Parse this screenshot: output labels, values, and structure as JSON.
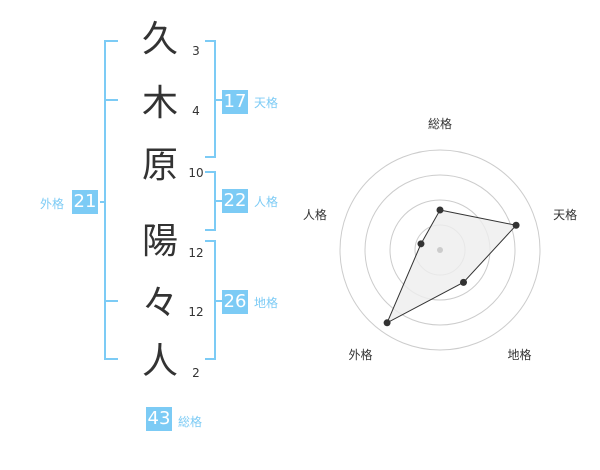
{
  "name": {
    "chars": [
      {
        "char": "久",
        "strokes": "3"
      },
      {
        "char": "木",
        "strokes": "4"
      },
      {
        "char": "原",
        "strokes": "10"
      },
      {
        "char": "陽",
        "strokes": "12"
      },
      {
        "char": "々",
        "strokes": "12"
      },
      {
        "char": "人",
        "strokes": "2"
      }
    ]
  },
  "fortune": {
    "tenkaku": {
      "value": "17",
      "label": "天格"
    },
    "jinkaku": {
      "value": "22",
      "label": "人格"
    },
    "chikaku": {
      "value": "26",
      "label": "地格"
    },
    "gaikaku": {
      "value": "21",
      "label": "外格"
    },
    "soukaku": {
      "value": "43",
      "label": "総格"
    }
  },
  "radar": {
    "axes": [
      "総格",
      "天格",
      "地格",
      "外格",
      "人格"
    ],
    "values": [
      0.4,
      0.8,
      0.4,
      0.9,
      0.2
    ],
    "ring_count": 4,
    "colors": {
      "ring": "#cccccc",
      "fill": "#eeeeee",
      "line": "#333333",
      "point": "#333333"
    }
  },
  "colors": {
    "accent": "#7ccbf5",
    "text": "#333333"
  }
}
